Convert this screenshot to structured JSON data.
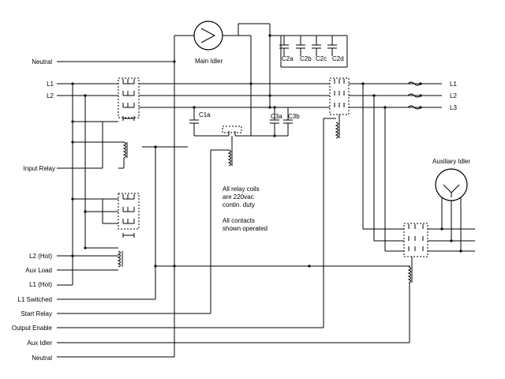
{
  "left_labels": {
    "neutral_top": "Neutral",
    "l1": "L1",
    "l2": "L2",
    "input_relay": "Input Relay",
    "l2_hot": "L2 (Hot)",
    "aux_load": "Aux Load",
    "l1_hot": "L1 (Hot)",
    "l1_switched": "L1 Switched",
    "start_relay": "Start Relay",
    "output_enable": "Output Enable",
    "aux_idler": "Aux Idler",
    "neutral_bottom": "Neutral"
  },
  "right_labels": {
    "l1": "L1",
    "l2": "L2",
    "l3": "L3"
  },
  "components": {
    "main_idler": "Main Idler",
    "auxiliary_idler": "Auxiliary Idler",
    "c2a": "C2a",
    "c2b": "C2b",
    "c2c": "C2c",
    "c2d": "C2d",
    "c1a": "C1a",
    "c3a": "C3a",
    "c3b": "C3b"
  },
  "notes": {
    "line1": "All relay coils",
    "line2": "are 220vac",
    "line3": "contin. duty",
    "line4": "All contacts",
    "line5": "shown operated"
  }
}
